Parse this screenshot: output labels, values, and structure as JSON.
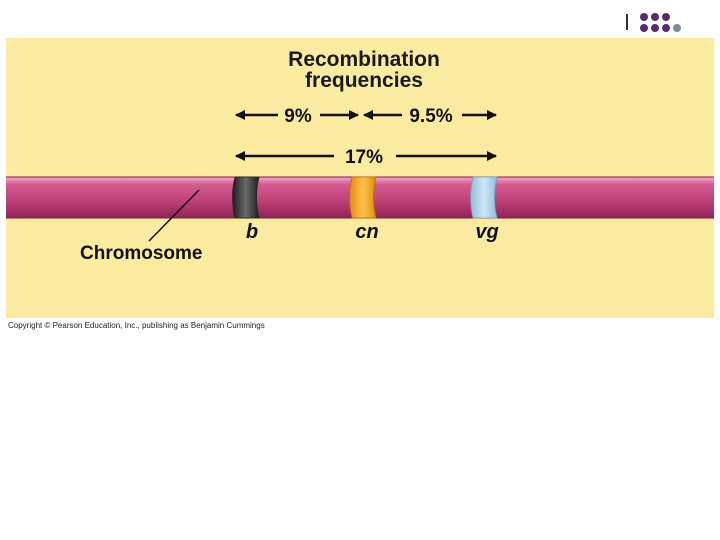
{
  "diagram": {
    "title_lines": [
      "Recombination",
      "frequencies"
    ],
    "intervals": [
      {
        "label": "9%",
        "from": "b",
        "to": "cn"
      },
      {
        "label": "9.5%",
        "from": "cn",
        "to": "vg"
      },
      {
        "label": "17%",
        "from": "b",
        "to": "vg"
      }
    ],
    "genes": [
      {
        "name": "b",
        "color": "#3a3a3a"
      },
      {
        "name": "cn",
        "color": "#f5a523"
      },
      {
        "name": "vg",
        "color": "#a9cfe6"
      }
    ],
    "chromosome_label": "Chromosome",
    "colors": {
      "background": "#fbeba0",
      "chromosome": "#c2437a",
      "chromosome_highlight": "#e889b0",
      "chromosome_shadow": "#8f2456",
      "arrow": "#111111"
    }
  },
  "footer": {
    "copyright": "Copyright © Pearson Education, Inc., publishing as Benjamin Cummings"
  },
  "logo": {
    "icon": "purple-dot-grid-logo",
    "colors": [
      "#5a2a6e",
      "#7a8a9a"
    ]
  }
}
